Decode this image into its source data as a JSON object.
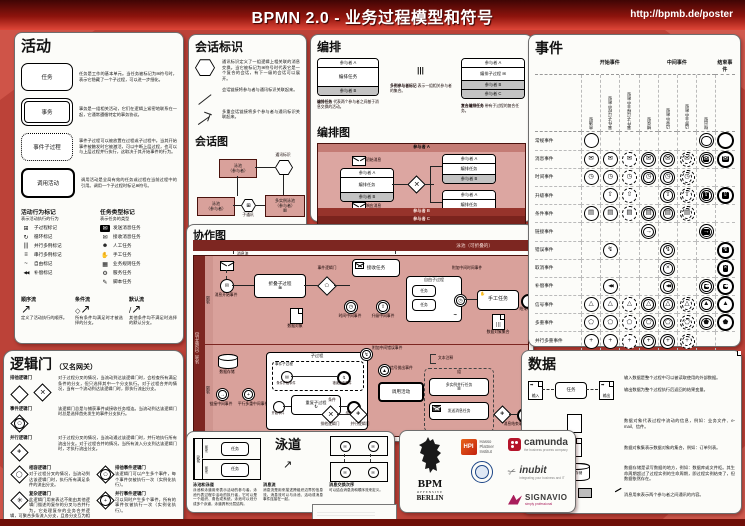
{
  "header": {
    "title": "BPMN 2.0 - 业务过程模型和符号",
    "url": "http://bpmb.de/poster"
  },
  "colors": {
    "page_red": "#bc4238",
    "pool_pink": "#d9a19b",
    "pool_band": "#7d2621",
    "band_b": "#96332b",
    "band_c": "#7a231d",
    "header_dark": "#3f0504"
  },
  "activities": {
    "title": "活动",
    "items": [
      {
        "shape": "任务",
        "desc": "任务是工作的基本单元。当任务被标记为⊞符号时，表示它隐藏了一个子过程，可以进一步细化。"
      },
      {
        "shape": "事务",
        "desc": "事务是一组相关活动，它们在逻辑上紧密地联系在一起，它通常遵循特定的事务协议。"
      },
      {
        "shape": "事件子过程",
        "desc": "事件子过程可以被放置在过程或子过程中。当其开始事件被触发时它被激活，可以中断上层过程，也可以与上层过程并行执行，这取决于其开始事件的行为。"
      },
      {
        "shape": "调用活动",
        "desc": "调用活动是全局有效的任务或过程在当前过程中的引用。调用一个子过程时标记⊞符号。"
      }
    ],
    "behavior_markers": {
      "title": "活动行为标记",
      "subtitle": "表示活动执行的行为",
      "items": [
        {
          "icon": "⊞",
          "label": "子过程标记"
        },
        {
          "icon": "↻",
          "label": "循环标记"
        },
        {
          "icon": "|||",
          "label": "并行多例标记"
        },
        {
          "icon": "≡",
          "label": "串行多例标记"
        },
        {
          "icon": "~",
          "label": "自由标记"
        },
        {
          "icon": "◀◀",
          "label": "补偿标记"
        }
      ]
    },
    "task_markers": {
      "title": "任务类型标记",
      "subtitle": "表示任务的类型",
      "items": [
        {
          "icon": "✉",
          "label": "发送消息任务"
        },
        {
          "icon": "✉",
          "label": "接收消息任务"
        },
        {
          "icon": "☻",
          "label": "人工任务"
        },
        {
          "icon": "✋",
          "label": "手工任务"
        },
        {
          "icon": "▦",
          "label": "业务规则任务"
        },
        {
          "icon": "⚙",
          "label": "服务任务"
        },
        {
          "icon": "✎",
          "label": "脚本任务"
        }
      ]
    },
    "flows": [
      {
        "label": "顺序流",
        "desc": "定义了活动执行的顺序。"
      },
      {
        "label": "条件流",
        "desc": "所有条件均满足时才被选择的分支。"
      },
      {
        "label": "默认流",
        "desc": "其他条件均不满足时选择的默认分支。"
      }
    ]
  },
  "gateways": {
    "title": "逻辑门",
    "subtitle": "（又名网关）",
    "items": [
      {
        "label": "排他逻辑门",
        "desc": "对于过程分叉的情况，当流动到达该逻辑门时，会检查所有满足条件的分支，但只选择其中一个分支执行。对于过程合并的情况，当有一个流动到达该逻辑门时，即执行流出分支。"
      },
      {
        "label": "事件逻辑门",
        "desc": "该逻辑门总是与捕获事件或接收任务相连。当流动到达该逻辑门时总是选择首先发生的事件分支执行。"
      },
      {
        "label": "并行逻辑门",
        "desc": "对于过程分叉的情况，当流动通过该逻辑门时，并行地执行所有流出分支。对于过程合并的情况，当所有流入分支到达该逻辑门时，才执行流出分支。"
      },
      {
        "label": "相容逻辑门",
        "desc": "对于过程分叉的情况，当流动到达该逻辑门时，执行所有满足条件的流出分支。"
      },
      {
        "label": "排他事件逻辑门",
        "desc": "该逻辑门可以产生多个事件，每个事件仅被执行一次（实例化执行）。"
      },
      {
        "label": "复杂逻辑门",
        "desc": "此逻辑门用来表达不能由其他逻辑门描述的复杂的分叉与合并行为。它处理复杂的业务合并逻辑，可聚合多条流入分支，且各分支互为相容条件分支。"
      },
      {
        "label": "并行事件逻辑门",
        "desc": "可以同时产生多个事件，所有的事件仅被执行一次（实例化执行）。"
      }
    ]
  },
  "conversations": {
    "title": "会话标识",
    "items": [
      {
        "desc": "通讯标识定义了一组逻辑上相关联的消息交换。当它被标记为⊞符号时代表它是一个复合的会话，有下一级的会话可以展开。"
      },
      {
        "desc": "会话链接将参与者与通讯标识关联起来。"
      },
      {
        "desc": "多重会话链接将多个参与者与通讯标识关联起来。"
      }
    ],
    "diagram": {
      "title": "会话图",
      "pool1": "泳池",
      "pool1b": "（参与者）",
      "pool2": "泳池",
      "pool2b": "（参与者）",
      "pool3": "多实例泳池",
      "pool3b": "（参与者）",
      "pool3_marker": "|||",
      "comm_label": "通讯标识",
      "sub_label": "子通讯"
    }
  },
  "choreography": {
    "title": "编排",
    "task": {
      "a": "参与者 A",
      "mid": "编排任务",
      "b": "参与者 B",
      "caption_title": "编排任务",
      "caption": "代表两个参与者之间基于消息交换的活动。"
    },
    "multi": {
      "icon": "|||",
      "caption_title": "多例参与者标记",
      "caption": "表示一组相关参与者的集合。"
    },
    "sub": {
      "a": "参与者 A",
      "mid": "编排子过程",
      "plus": "⊞",
      "b": "参与者 B",
      "c": "参与者 C",
      "caption_title": "复合编排任务",
      "caption": "带有子过程的复合任务。"
    },
    "diagram": {
      "title": "编排图",
      "band_a": "参与者 A",
      "band_b": "参与者 B",
      "band_c": "参与者 C",
      "init_msg": "初始消息",
      "resp_msg": "响应消息",
      "t1a": "参与者 A",
      "t1m": "编排任务",
      "t1b": "参与者 B",
      "t2a": "参与者 A",
      "t2m": "编排任务",
      "t2b": "参与者 B",
      "t3a": "参与者 A",
      "t3m": "编排任务",
      "t3b": "参与者 B",
      "t3plus": "⊞"
    }
  },
  "collaboration": {
    "title": "协作图",
    "collapsed_pool": "泳池（可折叠的）",
    "msg_flow": "消息流",
    "expanded_pool": "泳池（可展开的）",
    "lane": "泳道",
    "message_start": "消息开始事件",
    "collapsed_sub": "折叠子过程",
    "event_gw": "事件逻辑门",
    "receive_task": "接收任务",
    "timer_int": "时间中间事件",
    "escal_int": "升级中间事件",
    "adhoc": "自由子过程",
    "task": "任务",
    "boundary_timer": "附加中间时间事件",
    "manual_task": "手工任务",
    "end_event": "结束事件",
    "data_object": "数据对象",
    "data_collection": "数据对象集合",
    "data_store": "数据存储",
    "link_int": "链接中间事件",
    "par_multi_int": "平行多重中间事件",
    "subprocess": "子过程",
    "event_sub": "事件子过程",
    "cond_start": "条件开始事件",
    "error_end": "错误结束事件",
    "start_event": "开始事件",
    "loop_sub": "重复子过程",
    "boundary_error": "附加中间错误事件",
    "signal_throw": "信号抛出事件",
    "call_activity": "调用活动",
    "condition": "条件",
    "excl_gw": "排他逻辑门",
    "par_gw": "并行逻辑门",
    "group": "组",
    "multi_task": "多实例并行任务",
    "send_task": "发送消息任务",
    "msg_end": "消息结束事件",
    "annotation": "文本注释"
  },
  "swimlanes": {
    "title": "泳道",
    "pool_label": "泳池",
    "lane_label": "泳道",
    "task_label": "任务",
    "cap1_title": "泳池和泳道",
    "cap1": "泳池和泳道用来表示活动的参与者。泳池代表过程中活动的执行者，它可以是一个组织、角色或系统。泳池可以划分成多个泳道，泳道具有分层结构。",
    "cap2_title": "消息流",
    "cap2": "消息流是用来描述跨组织边界的信息流。消息流可以与泳池、活动或消息事件连接在一起。",
    "cap3_title": "消息交换次序",
    "cap3": "可以结合消息流和顺序流来定义。"
  },
  "events": {
    "title": "事件",
    "groups": [
      {
        "label": "开始事件",
        "span": 3
      },
      {
        "label": "中间事件",
        "span": 4
      },
      {
        "label": "结束事件",
        "span": 1
      }
    ],
    "columns": [
      "普通型",
      "事件子过程中断型",
      "事件子过程非中断型",
      "捕获型",
      "边界中断型",
      "边界非中断型",
      "抛出型",
      ""
    ],
    "col_styles": [
      "s",
      "s",
      "sd",
      "d",
      "d",
      "dd",
      "d",
      "e"
    ],
    "rows": [
      {
        "label": "常规事件",
        "glyph": "",
        "cells": [
          1,
          0,
          0,
          0,
          0,
          0,
          1,
          1
        ]
      },
      {
        "label": "消息事件",
        "glyph": "✉",
        "cells": [
          1,
          1,
          1,
          1,
          1,
          1,
          2,
          2
        ]
      },
      {
        "label": "时间事件",
        "glyph": "◷",
        "cells": [
          1,
          1,
          1,
          1,
          1,
          1,
          0,
          0
        ]
      },
      {
        "label": "升级事件",
        "glyph": "⇧",
        "cells": [
          0,
          1,
          1,
          0,
          1,
          1,
          2,
          2
        ]
      },
      {
        "label": "条件事件",
        "glyph": "▤",
        "cells": [
          1,
          1,
          1,
          1,
          1,
          1,
          0,
          0
        ]
      },
      {
        "label": "链接事件",
        "glyph": "→",
        "cells": [
          0,
          0,
          0,
          1,
          0,
          0,
          2,
          0
        ]
      },
      {
        "label": "错误事件",
        "glyph": "↯",
        "cells": [
          0,
          1,
          0,
          0,
          1,
          0,
          0,
          2
        ]
      },
      {
        "label": "取消事件",
        "glyph": "×",
        "cells": [
          0,
          0,
          0,
          0,
          1,
          0,
          0,
          2
        ]
      },
      {
        "label": "补偿事件",
        "glyph": "◀◀",
        "comp": true,
        "cells": [
          0,
          1,
          0,
          0,
          1,
          0,
          2,
          2
        ]
      },
      {
        "label": "信号事件",
        "glyph": "△",
        "fglyph": "▲",
        "cells": [
          1,
          1,
          1,
          1,
          1,
          1,
          2,
          2
        ]
      },
      {
        "label": "多重事件",
        "glyph": "⬠",
        "fglyph": "⬟",
        "cells": [
          1,
          1,
          1,
          1,
          1,
          1,
          2,
          2
        ]
      },
      {
        "label": "并行多重事件",
        "glyph": "+",
        "cells": [
          1,
          1,
          1,
          1,
          1,
          1,
          0,
          0
        ]
      },
      {
        "label": "终止事件",
        "glyph": "●",
        "fglyph": "●",
        "big": true,
        "cells": [
          0,
          0,
          0,
          0,
          0,
          0,
          0,
          2
        ]
      }
    ]
  },
  "data_section": {
    "title": "数据",
    "input_label": "输入",
    "task_label": "任务",
    "output_label": "输出",
    "store_label": "数据存储",
    "rows": [
      {
        "desc": "输入数据是整个过程中可以被读取使用的外部数据。"
      },
      {
        "desc": "输出数据为整个过程执行后返回的结果变量。"
      },
      {
        "desc": "数据对象代表过程中流动的信息，例如：业务文件、e-mail、信件。"
      },
      {
        "desc": "数据对象集表示数据对象的集合，例如：订单列表。"
      },
      {
        "desc": "数据存储是读写数据的地方，例如：数据库或文件柜。其生命周期超过了过程实例的生命周期，即过程实例结束了，但数据依然存在。"
      },
      {
        "desc": "消息用来表示两个参与者之间通讯的内容。"
      }
    ]
  },
  "logos": {
    "bpm": {
      "title": "BPM",
      "sub": "OFFENSIVE",
      "city": "BERLIN"
    },
    "hpi": {
      "abbr": "HPI",
      "name": "Hasso Plattner Institut"
    },
    "camunda": {
      "name": "camunda",
      "tagline": "the business process company"
    },
    "inubit": {
      "name": "inubit",
      "tagline": "integrating your business and IT"
    },
    "signavio": {
      "name": "SIGNAVIO",
      "tagline": "simply professional"
    }
  }
}
